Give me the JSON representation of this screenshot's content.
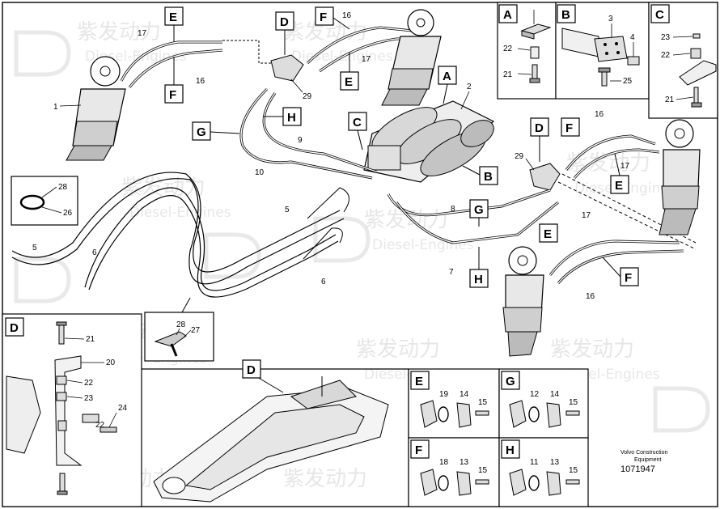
{
  "watermark": {
    "cn": "紫发动力",
    "en": "Diesel-Engines"
  },
  "footer": {
    "company": "Volvo Construction",
    "sub": "Equipment",
    "number": "1071947"
  },
  "inset_letters": {
    "A": "A",
    "B": "B",
    "C": "C",
    "D": "D",
    "E": "E",
    "F": "F",
    "G": "G",
    "H": "H"
  },
  "callouts": {
    "n1": "1",
    "n2": "2",
    "n4": "4",
    "n5": "5",
    "n6": "6",
    "n7": "7",
    "n8": "8",
    "n9": "9",
    "n10": "10",
    "n11": "11",
    "n12": "12",
    "n13": "13",
    "n14": "14",
    "n15": "15",
    "n16": "16",
    "n17": "17",
    "n18": "18",
    "n19": "19",
    "n20": "20",
    "n21": "21",
    "n22": "22",
    "n23": "23",
    "n24": "24",
    "n25": "25",
    "n26": "26",
    "n27": "27",
    "n28": "28",
    "n29": "29",
    "n3": "3"
  }
}
